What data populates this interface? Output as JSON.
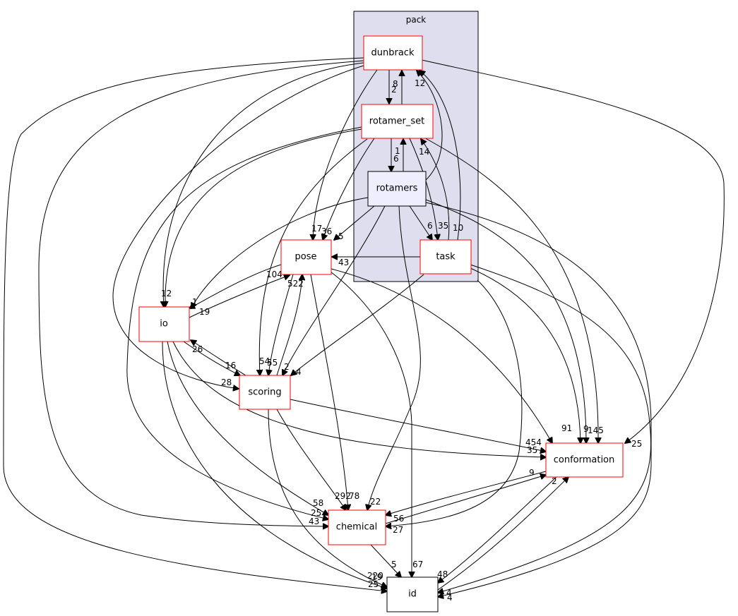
{
  "cluster": {
    "label": "pack"
  },
  "nodes": {
    "dunbrack": "dunbrack",
    "rotamer_set": "rotamer_set",
    "rotamers": "rotamers",
    "task": "task",
    "pose": "pose",
    "io": "io",
    "scoring": "scoring",
    "conformation": "conformation",
    "chemical": "chemical",
    "id": "id"
  },
  "edge_labels": [
    "8",
    "2",
    "12",
    "1",
    "6",
    "14",
    "17",
    "36",
    "5",
    "43",
    "6",
    "35",
    "10",
    "104",
    "522",
    "1",
    "19",
    "12",
    "54",
    "55",
    "2",
    "4",
    "26",
    "16",
    "28",
    "91",
    "9",
    "145",
    "25",
    "454",
    "35",
    "9",
    "2",
    "292",
    "78",
    "22",
    "58",
    "25",
    "43",
    "56",
    "27",
    "5",
    "67",
    "48",
    "220",
    "19",
    "25",
    "4",
    "4"
  ]
}
